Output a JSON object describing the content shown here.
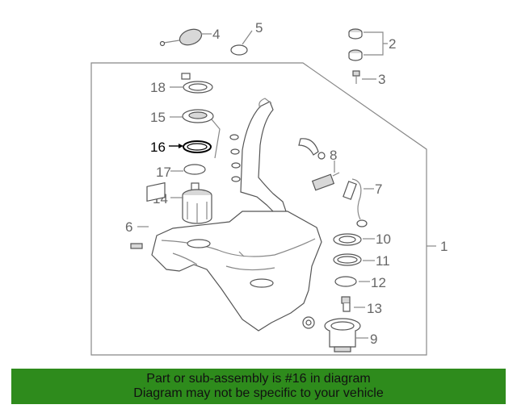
{
  "callouts": {
    "c1": "1",
    "c2": "2",
    "c3": "3",
    "c4": "4",
    "c5": "5",
    "c6": "6",
    "c7": "7",
    "c8": "8",
    "c9": "9",
    "c10": "10",
    "c11": "11",
    "c12": "12",
    "c13": "13",
    "c14": "14",
    "c15": "15",
    "c16": "16",
    "c17": "17",
    "c18": "18"
  },
  "highlighted_part": "16",
  "footer": {
    "line1": "Part or sub-assembly is #16 in diagram",
    "line2": "Diagram may not be specific to your vehicle"
  },
  "colors": {
    "footer_bg": "#2e8b1c",
    "line": "#888888",
    "highlight": "#000000"
  }
}
